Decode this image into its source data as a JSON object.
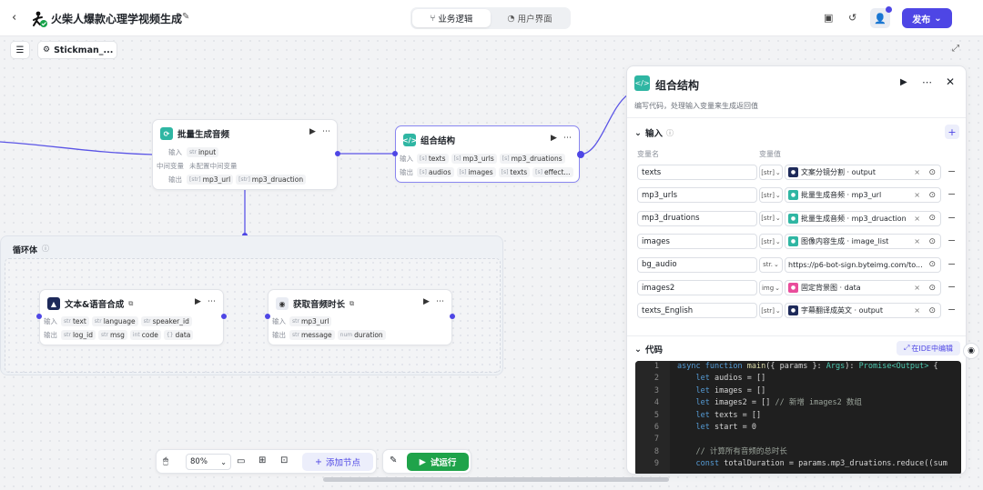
{
  "header": {
    "app_title": "火柴人爆款心理学视频生成",
    "tabs": [
      {
        "label": "业务逻辑",
        "active": true
      },
      {
        "label": "用户界面",
        "active": false
      }
    ],
    "publish_label": "发布"
  },
  "canvas": {
    "workflow_chip": "Stickman_...",
    "zoom": "80%",
    "add_node_label": "添加节点",
    "test_run_label": "试运行"
  },
  "nodes": {
    "batch_audio": {
      "title": "批量生成音频",
      "input_label": "输入",
      "inputs": [
        "input"
      ],
      "mid_label": "中间变量",
      "mid_value": "未配置中间变量",
      "output_label": "输出",
      "outputs": [
        "mp3_url",
        "mp3_druaction"
      ]
    },
    "combine": {
      "title": "组合结构",
      "input_label": "输入",
      "inputs": [
        "texts",
        "mp3_urls",
        "mp3_druations"
      ],
      "output_label": "输出",
      "outputs": [
        "audios",
        "images",
        "texts",
        "effect..."
      ]
    },
    "loop": {
      "title": "循环体"
    },
    "tts": {
      "title": "文本&语音合成",
      "input_label": "输入",
      "inputs": [
        "text",
        "language",
        "speaker_id"
      ],
      "output_label": "输出",
      "outputs": [
        "log_id",
        "msg",
        "code",
        "data"
      ]
    },
    "duration": {
      "title": "获取音频时长",
      "input_label": "输入",
      "inputs": [
        "mp3_url"
      ],
      "output_label": "输出",
      "outputs": [
        "message",
        "duration"
      ]
    }
  },
  "panel": {
    "title": "组合结构",
    "description": "编写代码，处理输入变量来生成返回值",
    "input_section": "输入",
    "col_name": "变量名",
    "col_value": "变量值",
    "variables": [
      {
        "name": "texts",
        "type": "[str]",
        "source": "文案分镜分割 · output",
        "icon": "navy"
      },
      {
        "name": "mp3_urls",
        "type": "[str]",
        "source": "批量生成音频 · mp3_url",
        "icon": "teal"
      },
      {
        "name": "mp3_druations",
        "type": "[str]",
        "source": "批量生成音频 · mp3_druaction",
        "icon": "teal"
      },
      {
        "name": "images",
        "type": "[str]",
        "source": "图像内容生成 · image_list",
        "icon": "teal"
      },
      {
        "name": "bg_audio",
        "type": "str.",
        "source": "https://p6-bot-sign.byteimg.com/to...",
        "icon": "none"
      },
      {
        "name": "images2",
        "type": "img",
        "source": "固定背景图 · data",
        "icon": "pink"
      },
      {
        "name": "texts_English",
        "type": "[str]",
        "source": "字幕翻译成英文 · output",
        "icon": "navy"
      }
    ],
    "code_section": "代码",
    "ide_button": "在IDE中编辑",
    "code_lines": [
      "async function main({ params }: Args): Promise<Output> {",
      "    let audios = []",
      "    let images = []",
      "    let images2 = [] // 新增 images2 数组",
      "    let texts = []",
      "    let start = 0",
      "",
      "    // 计算所有音频的总时长",
      "    const totalDuration = params.mp3_druations.reduce((sum"
    ],
    "line_numbers": [
      "1",
      "2",
      "3",
      "4",
      "5",
      "6",
      "7",
      "8",
      "9"
    ]
  },
  "colors": {
    "accent": "#4e46e5",
    "teal": "#2fb6a3",
    "navy": "#1e2a5a"
  }
}
